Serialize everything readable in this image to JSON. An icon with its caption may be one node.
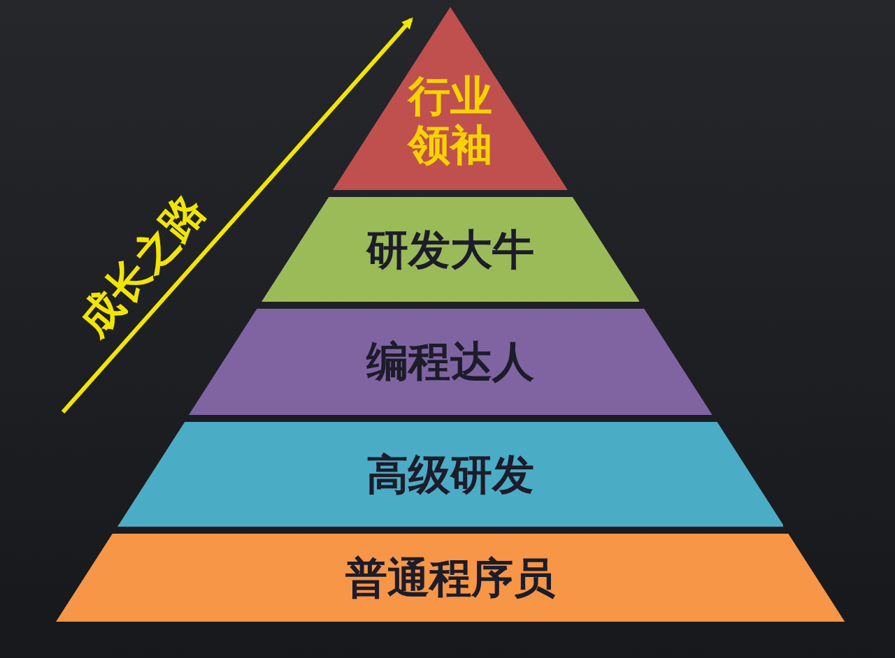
{
  "diagram": {
    "nodes": [
      {
        "text": [
          "行业领袖"
        ]
      },
      {
        "text": [
          "研发大牛"
        ]
      },
      {
        "text": [
          "编程达人"
        ]
      },
      {
        "text": [
          "高级研发"
        ]
      },
      {
        "text": [
          "普通程序员"
        ]
      }
    ],
    "labels": [
      "成长之路"
    ]
  }
}
